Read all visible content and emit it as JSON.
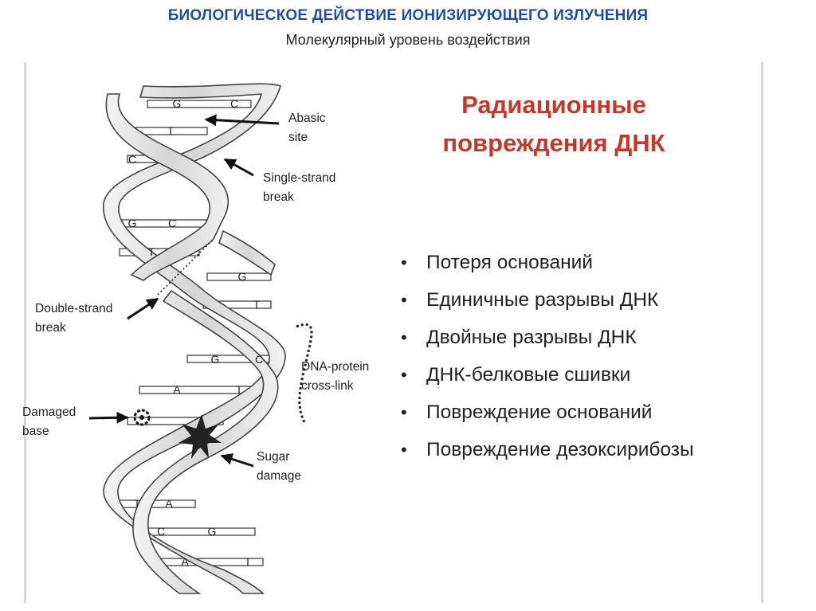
{
  "header": {
    "title": "БИОЛОГИЧЕСКОЕ ДЕЙСТВИЕ ИОНИЗИРУЮЩЕГО ИЗЛУЧЕНИЯ",
    "subtitle": "Молекулярный уровень воздействия"
  },
  "figure": {
    "labels": {
      "abasic_1": "Abasic",
      "abasic_2": "site",
      "ssb_1": "Single-strand",
      "ssb_2": "break",
      "dsb_1": "Double-strand",
      "dsb_2": "break",
      "dpc_1": "DNA-protein",
      "dpc_2": "cross-link",
      "damaged_1": "Damaged",
      "damaged_2": "base",
      "sugar_1": "Sugar",
      "sugar_2": "damage"
    },
    "bases": [
      "G",
      "C",
      "T",
      "C",
      "G",
      "C",
      "T",
      "G",
      "T",
      "G",
      "C",
      "A",
      "T",
      "T",
      "A",
      "C",
      "G",
      "A",
      "T"
    ]
  },
  "slide": {
    "title_line1": "Радиационные",
    "title_line2": "повреждения ДНК",
    "bullets": [
      "Потеря оснований",
      "Единичные разрывы ДНК",
      "Двойные разрывы ДНК",
      "ДНК-белковые сшивки",
      "Повреждение оснований",
      "Повреждение дезоксирибозы"
    ]
  },
  "colors": {
    "header_title": "#1f4e9c",
    "slide_title": "#c0392b"
  }
}
